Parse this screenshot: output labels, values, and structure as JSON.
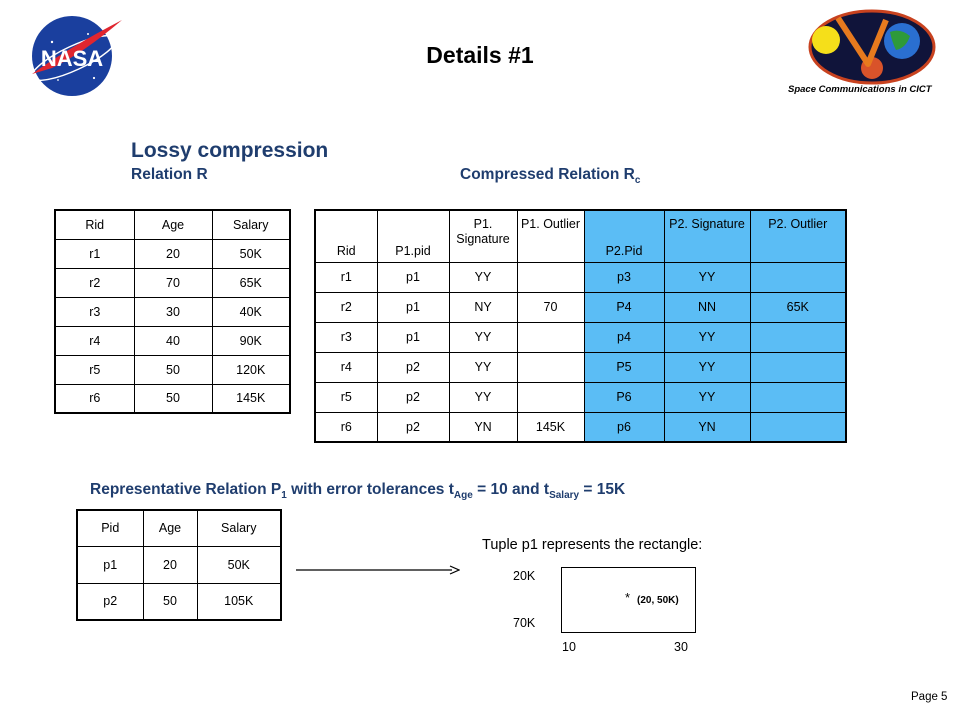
{
  "header": {
    "title": "Details #1",
    "nasa_logo_text": "NASA",
    "cict_caption": "Space Communications in CICT"
  },
  "section": {
    "heading": "Lossy compression",
    "relation_r_label": "Relation R",
    "compressed_label": "Compressed Relation R",
    "compressed_sub": "c"
  },
  "relation_r": {
    "headers": [
      "Rid",
      "Age",
      "Salary"
    ],
    "rows": [
      [
        "r1",
        "20",
        "50K"
      ],
      [
        "r2",
        "70",
        "65K"
      ],
      [
        "r3",
        "30",
        "40K"
      ],
      [
        "r4",
        "40",
        "90K"
      ],
      [
        "r5",
        "50",
        "120K"
      ],
      [
        "r6",
        "50",
        "145K"
      ]
    ]
  },
  "compressed": {
    "headers": [
      "Rid",
      "P1.pid",
      "P1. Signature",
      "P1. Outlier",
      "P2.Pid",
      "P2. Signature",
      "P2. Outlier"
    ],
    "rows": [
      [
        "r1",
        "p1",
        "YY",
        "",
        "p3",
        "YY",
        ""
      ],
      [
        "r2",
        "p1",
        "NY",
        "70",
        "P4",
        "NN",
        "65K"
      ],
      [
        "r3",
        "p1",
        "YY",
        "",
        "p4",
        "YY",
        ""
      ],
      [
        "r4",
        "p2",
        "YY",
        "",
        "P5",
        "YY",
        ""
      ],
      [
        "r5",
        "p2",
        "YY",
        "",
        "P6",
        "YY",
        ""
      ],
      [
        "r6",
        "p2",
        "YN",
        "145K",
        "p6",
        "YN",
        ""
      ]
    ],
    "highlight_color": "#5bbdf5"
  },
  "representative": {
    "part1": "Representative Relation P",
    "sub1": "1",
    "part2": " with error tolerances t",
    "sub2": "Age",
    "part3": " = 10 and t",
    "sub3": "Salary",
    "part4": " = 15K"
  },
  "relation_p": {
    "headers": [
      "Pid",
      "Age",
      "Salary"
    ],
    "rows": [
      [
        "p1",
        "20",
        "50K"
      ],
      [
        "p2",
        "50",
        "105K"
      ]
    ]
  },
  "tuple": {
    "caption": "Tuple p1 represents the rectangle:",
    "y_top": "20K",
    "y_bottom": "70K",
    "x_left": "10",
    "x_right": "30",
    "star": "*",
    "point_label": "(20, 50K)"
  },
  "footer": {
    "page": "Page 5"
  }
}
